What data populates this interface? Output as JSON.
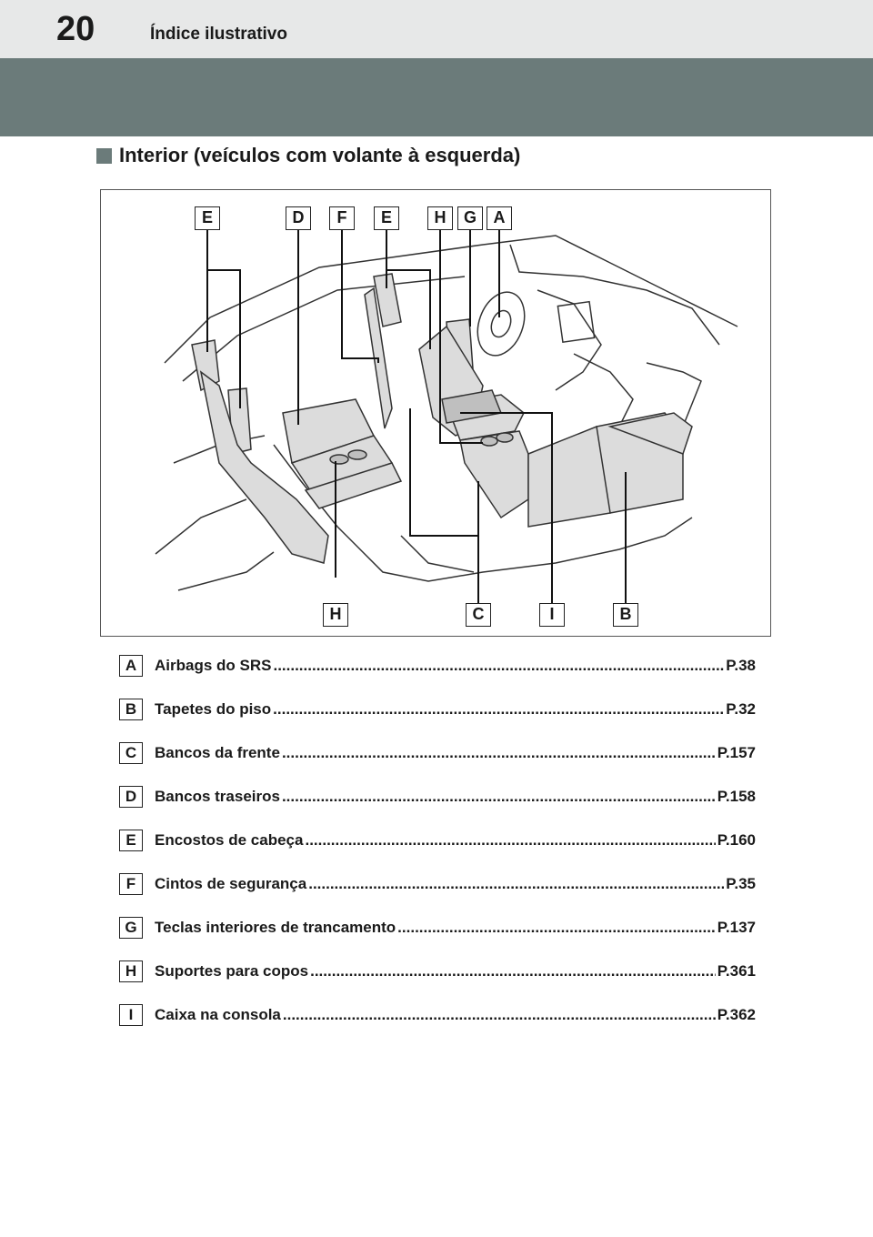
{
  "header": {
    "page_number": "20",
    "section_title": "Índice ilustrativo"
  },
  "heading": "Interior (veículos com volante à esquerda)",
  "figure": {
    "top_tags": [
      "E",
      "D",
      "F",
      "E",
      "H",
      "G",
      "A"
    ],
    "bottom_tags": [
      "H",
      "C",
      "I",
      "B"
    ]
  },
  "items": [
    {
      "letter": "A",
      "label": "Airbags do SRS",
      "page": "P.38"
    },
    {
      "letter": "B",
      "label": "Tapetes do piso",
      "page": "P.32"
    },
    {
      "letter": "C",
      "label": "Bancos da frente",
      "page": "P.157"
    },
    {
      "letter": "D",
      "label": "Bancos traseiros",
      "page": "P.158"
    },
    {
      "letter": "E",
      "label": "Encostos de cabeça",
      "page": "P.160"
    },
    {
      "letter": "F",
      "label": "Cintos de segurança",
      "page": "P.35"
    },
    {
      "letter": "G",
      "label": "Teclas interiores de trancamento",
      "page": "P.137"
    },
    {
      "letter": "H",
      "label": "Suportes para copos",
      "page": "P.361"
    },
    {
      "letter": "I",
      "label": "Caixa na consola",
      "page": "P.362"
    }
  ]
}
